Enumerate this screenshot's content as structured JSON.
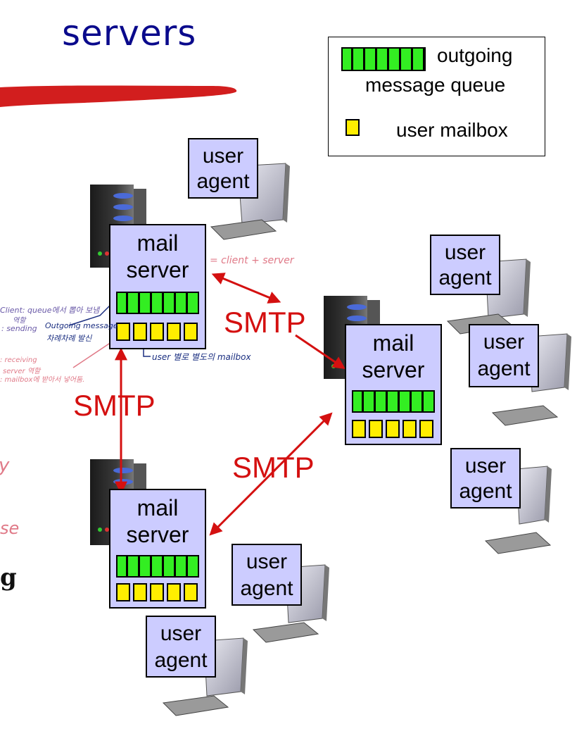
{
  "title": "servers",
  "legend": {
    "queue_label_line1": "outgoing",
    "queue_label_line2": "message queue",
    "mailbox_label": "user mailbox"
  },
  "mail_server_label_line1": "mail",
  "mail_server_label_line2": "server",
  "user_agent_label_line1": "user",
  "user_agent_label_line2": "agent",
  "smtp_label": "SMTP",
  "annotations": {
    "client_server": "= client + server",
    "client_role": "Client: queue에서 뽑아 보냄",
    "client_role_2": "역할",
    "sending": ": sending",
    "outgoing_message": "Outgoing message",
    "sequential_send": "차례차례 발신",
    "per_user_mailbox": "user 별로 별도의 mailbox",
    "receiving_role": ": receiving",
    "server_role": "server 역할",
    "mailbox_store": ": mailbox에 받아서 넣어둠."
  },
  "left_fragments": {
    "fragment_1": "y",
    "fragment_2": "se",
    "fragment_3": "g"
  },
  "colors": {
    "title": "#0a0a8c",
    "smtp": "#d41010",
    "server_box": "#ccccff",
    "queue": "#33ee22",
    "mailbox": "#ffee00",
    "pink_note": "#e07a88",
    "blue_note": "#1a2e80"
  }
}
